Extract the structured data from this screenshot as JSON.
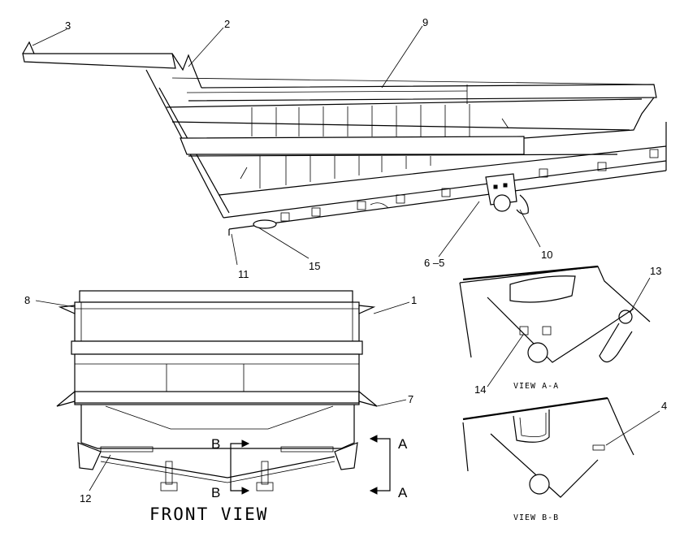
{
  "callouts": {
    "c1": "1",
    "c2": "2",
    "c3": "3",
    "c4": "4",
    "c7": "7",
    "c8": "8",
    "c9": "9",
    "c10": "10",
    "c11": "11",
    "c12": "12",
    "c13": "13",
    "c14": "14",
    "c15": "15",
    "c65": "6 –5"
  },
  "section_marks": {
    "a_top": "A",
    "a_bottom": "A",
    "b_top": "B",
    "b_bottom": "B"
  },
  "views": {
    "front": "FRONT VIEW",
    "aa": "VIEW A-A",
    "bb": "VIEW B-B"
  }
}
